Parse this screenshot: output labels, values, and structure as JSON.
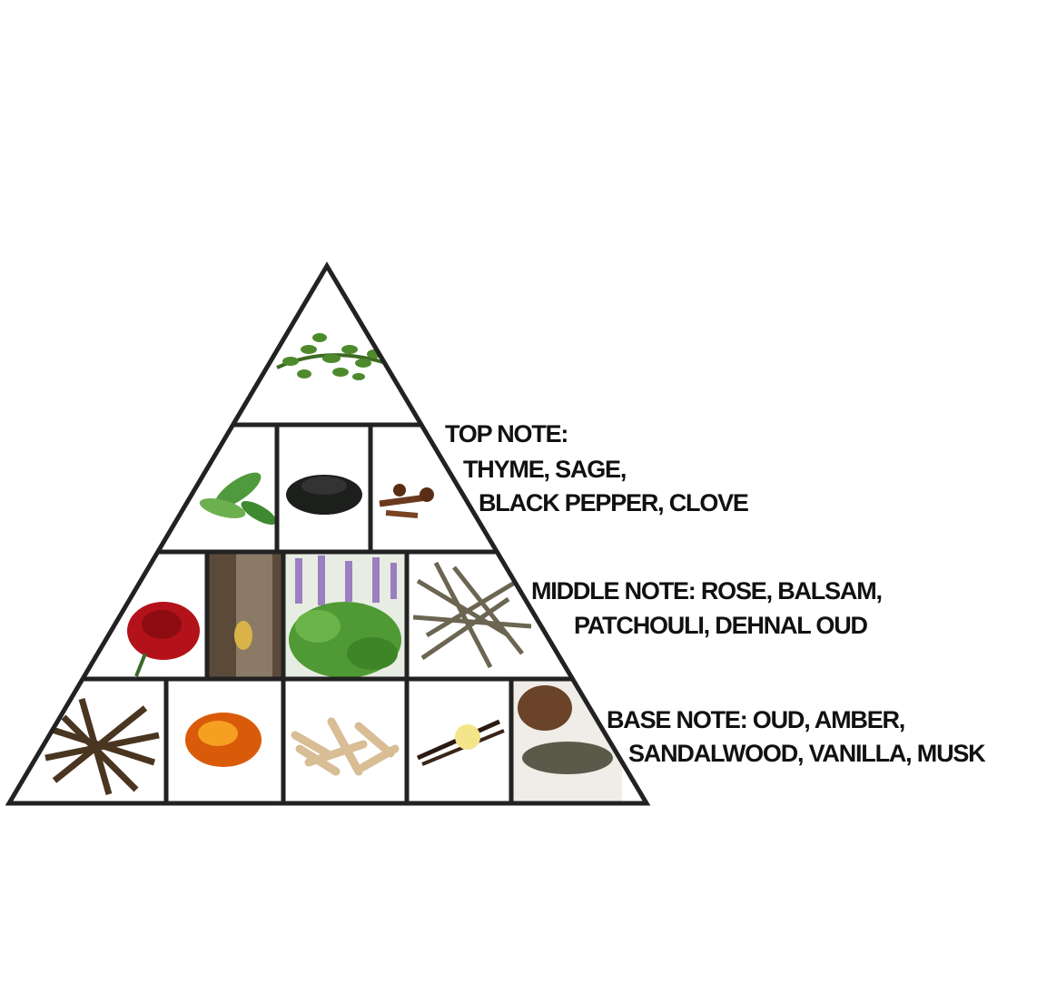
{
  "top_note": {
    "heading": "TOP NOTE:",
    "line1": "THYME, SAGE,",
    "line2": "BLACK PEPPER, CLOVE",
    "images": [
      "thyme",
      "sage",
      "black-pepper",
      "clove"
    ]
  },
  "middle_note": {
    "line1": "MIDDLE NOTE: ROSE, BALSAM,",
    "line2": "PATCHOULI, DEHNAL OUD",
    "images": [
      "rose",
      "balsam",
      "patchouli",
      "dehnal-oud"
    ]
  },
  "base_note": {
    "line1": "BASE NOTE: OUD, AMBER,",
    "line2": "SANDALWOOD, VANILLA, MUSK",
    "images": [
      "oud",
      "amber",
      "sandalwood",
      "vanilla",
      "musk"
    ]
  }
}
